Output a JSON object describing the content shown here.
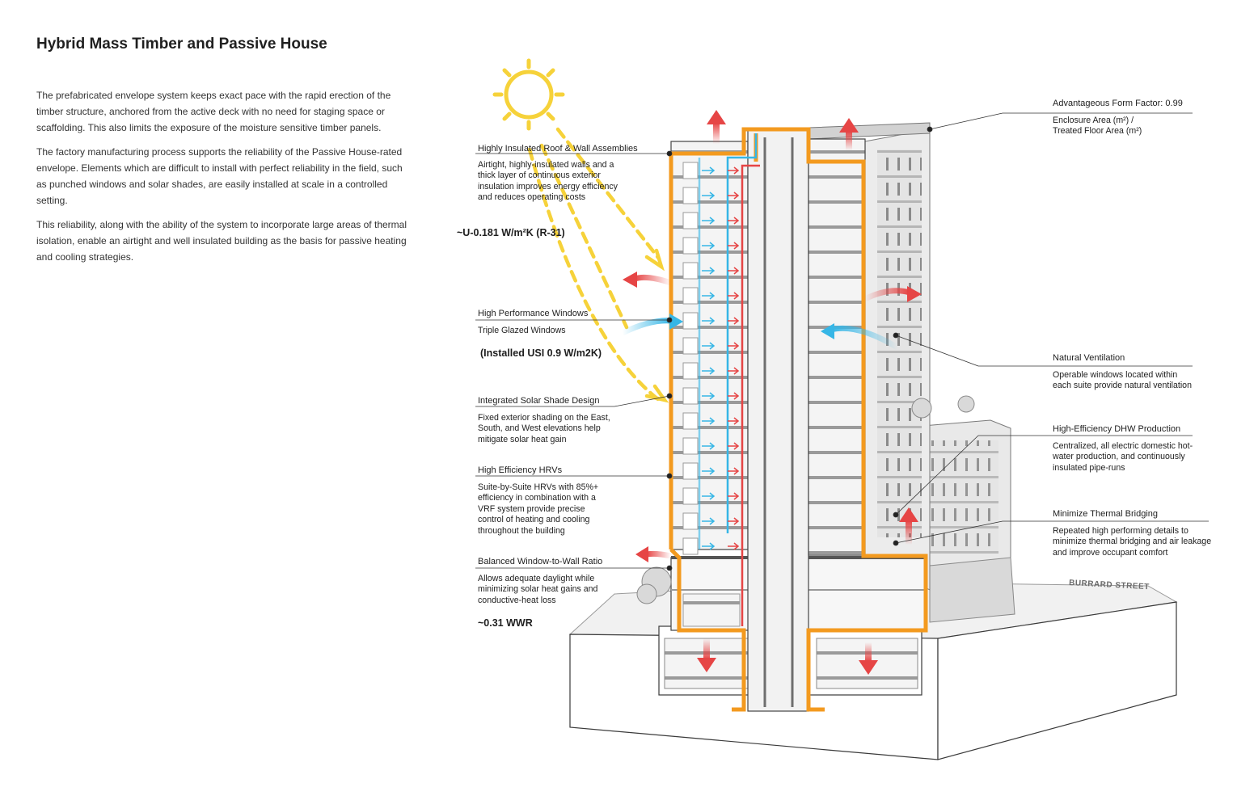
{
  "title": "Hybrid Mass Timber and Passive House",
  "intro": [
    "The prefabricated envelope system keeps exact pace with the rapid erection of the timber structure, anchored from the active deck with no need for staging space or scaffolding. This also limits the exposure of the moisture sensitive timber panels.",
    "The factory manufacturing process supports the reliability of the Passive House-rated envelope. Elements which are difficult to install with perfect reliability in the field, such as punched windows and solar shades, are easily installed at scale in a controlled setting.",
    "This reliability, along with the ability of the system to incorporate large areas of thermal isolation, enable an airtight and well insulated building as the basis for passive heating and cooling strategies."
  ],
  "left_labels": {
    "roof": {
      "heading": "Highly Insulated Roof & Wall Assemblies",
      "desc": "Airtight, highly-insulated walls and a thick layer of continuous exterior insulation improves energy efficiency and reduces operating costs",
      "value": "~U-0.181 W/m²K (R-31)"
    },
    "windows": {
      "heading": "High Performance Windows",
      "desc": "Triple Glazed Windows",
      "value": "(Installed USI 0.9 W/m2K)"
    },
    "shade": {
      "heading": "Integrated Solar Shade Design",
      "desc": "Fixed exterior shading on the East, South, and West elevations help mitigate solar heat gain"
    },
    "hrv": {
      "heading": "High Efficiency HRVs",
      "desc": "Suite-by-Suite HRVs with 85%+ efficiency in combination with a VRF system provide precise control of heating and cooling throughout the building"
    },
    "wwr": {
      "heading": "Balanced Window-to-Wall Ratio",
      "desc": "Allows adequate daylight while minimizing solar heat gains and conductive-heat loss",
      "value": "~0.31 WWR"
    }
  },
  "right_labels": {
    "form": {
      "heading": "Advantageous Form Factor: 0.99",
      "desc_line1": "Enclosure Area (m²) /",
      "desc_line2": "Treated Floor Area (m²)"
    },
    "vent": {
      "heading": "Natural Ventilation",
      "desc": "Operable windows located within each suite provide natural ventilation"
    },
    "dhw": {
      "heading": "High-Efficiency DHW Production",
      "desc": "Centralized, all electric domestic hot-water production, and continuously insulated pipe-runs"
    },
    "bridging": {
      "heading": "Minimize Thermal Bridging",
      "desc": "Repeated high performing details to minimize thermal bridging and air leakage and improve occupant comfort"
    }
  },
  "street_label": "BURRARD STREET",
  "colors": {
    "envelope": "#f39a1f",
    "sun": "#f6d23a",
    "warm_air": "#e64545",
    "cool_air": "#36b6e6",
    "structure": "#6e6e6e"
  }
}
